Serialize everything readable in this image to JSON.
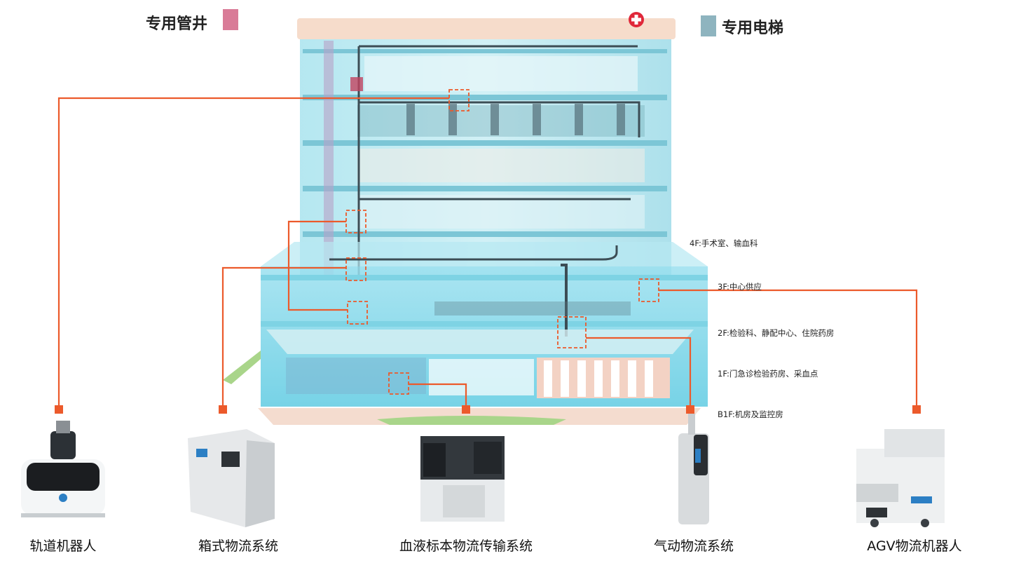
{
  "legend": {
    "shaft": {
      "label": "专用管井",
      "color": "#d97b97"
    },
    "elevator": {
      "label": "专用电梯",
      "color": "#8eb4bf"
    }
  },
  "floors": [
    {
      "id": "4f",
      "label": "4F:手术室、输血科"
    },
    {
      "id": "3f",
      "label": "3F:中心供应"
    },
    {
      "id": "2f",
      "label": "2F:检验科、静配中心、住院药房"
    },
    {
      "id": "1f",
      "label": "1F:门急诊检验药房、采血点"
    },
    {
      "id": "b1f",
      "label": "B1F:机房及监控房"
    }
  ],
  "devices": [
    {
      "id": "rail-robot",
      "label": "轨道机器人"
    },
    {
      "id": "box-logistics",
      "label": "箱式物流系统"
    },
    {
      "id": "blood-sample",
      "label": "血液标本物流传输系统"
    },
    {
      "id": "pneumatic",
      "label": "气动物流系统"
    },
    {
      "id": "agv-robot",
      "label": "AGV物流机器人"
    }
  ],
  "colors": {
    "connector": "#ec5a2b",
    "glass": "#8fd8e8",
    "roof": "#f6dccb",
    "hospital_cross": "#e0283a"
  },
  "icons": {
    "hospital": "hospital-cross-icon"
  }
}
